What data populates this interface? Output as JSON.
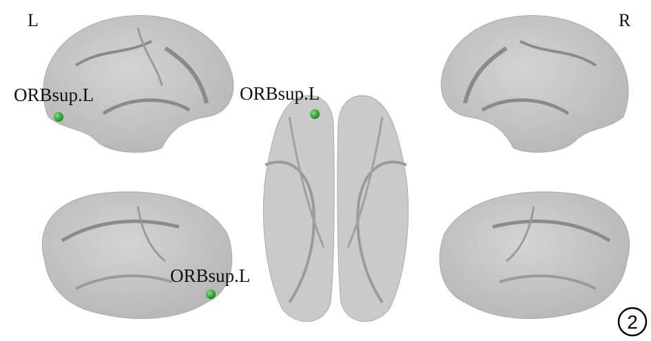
{
  "side_labels": {
    "left": "L",
    "right": "R"
  },
  "regions": [
    {
      "view": "lateral-left",
      "label": "ORBsup.L"
    },
    {
      "view": "dorsal",
      "label": "ORBsup.L"
    },
    {
      "view": "medial-left",
      "label": "ORBsup.L"
    }
  ],
  "panel_number": "2",
  "colors": {
    "surface": "#c8c8c8",
    "sulcus": "#8a8a8a",
    "node": "#3cb83c"
  }
}
